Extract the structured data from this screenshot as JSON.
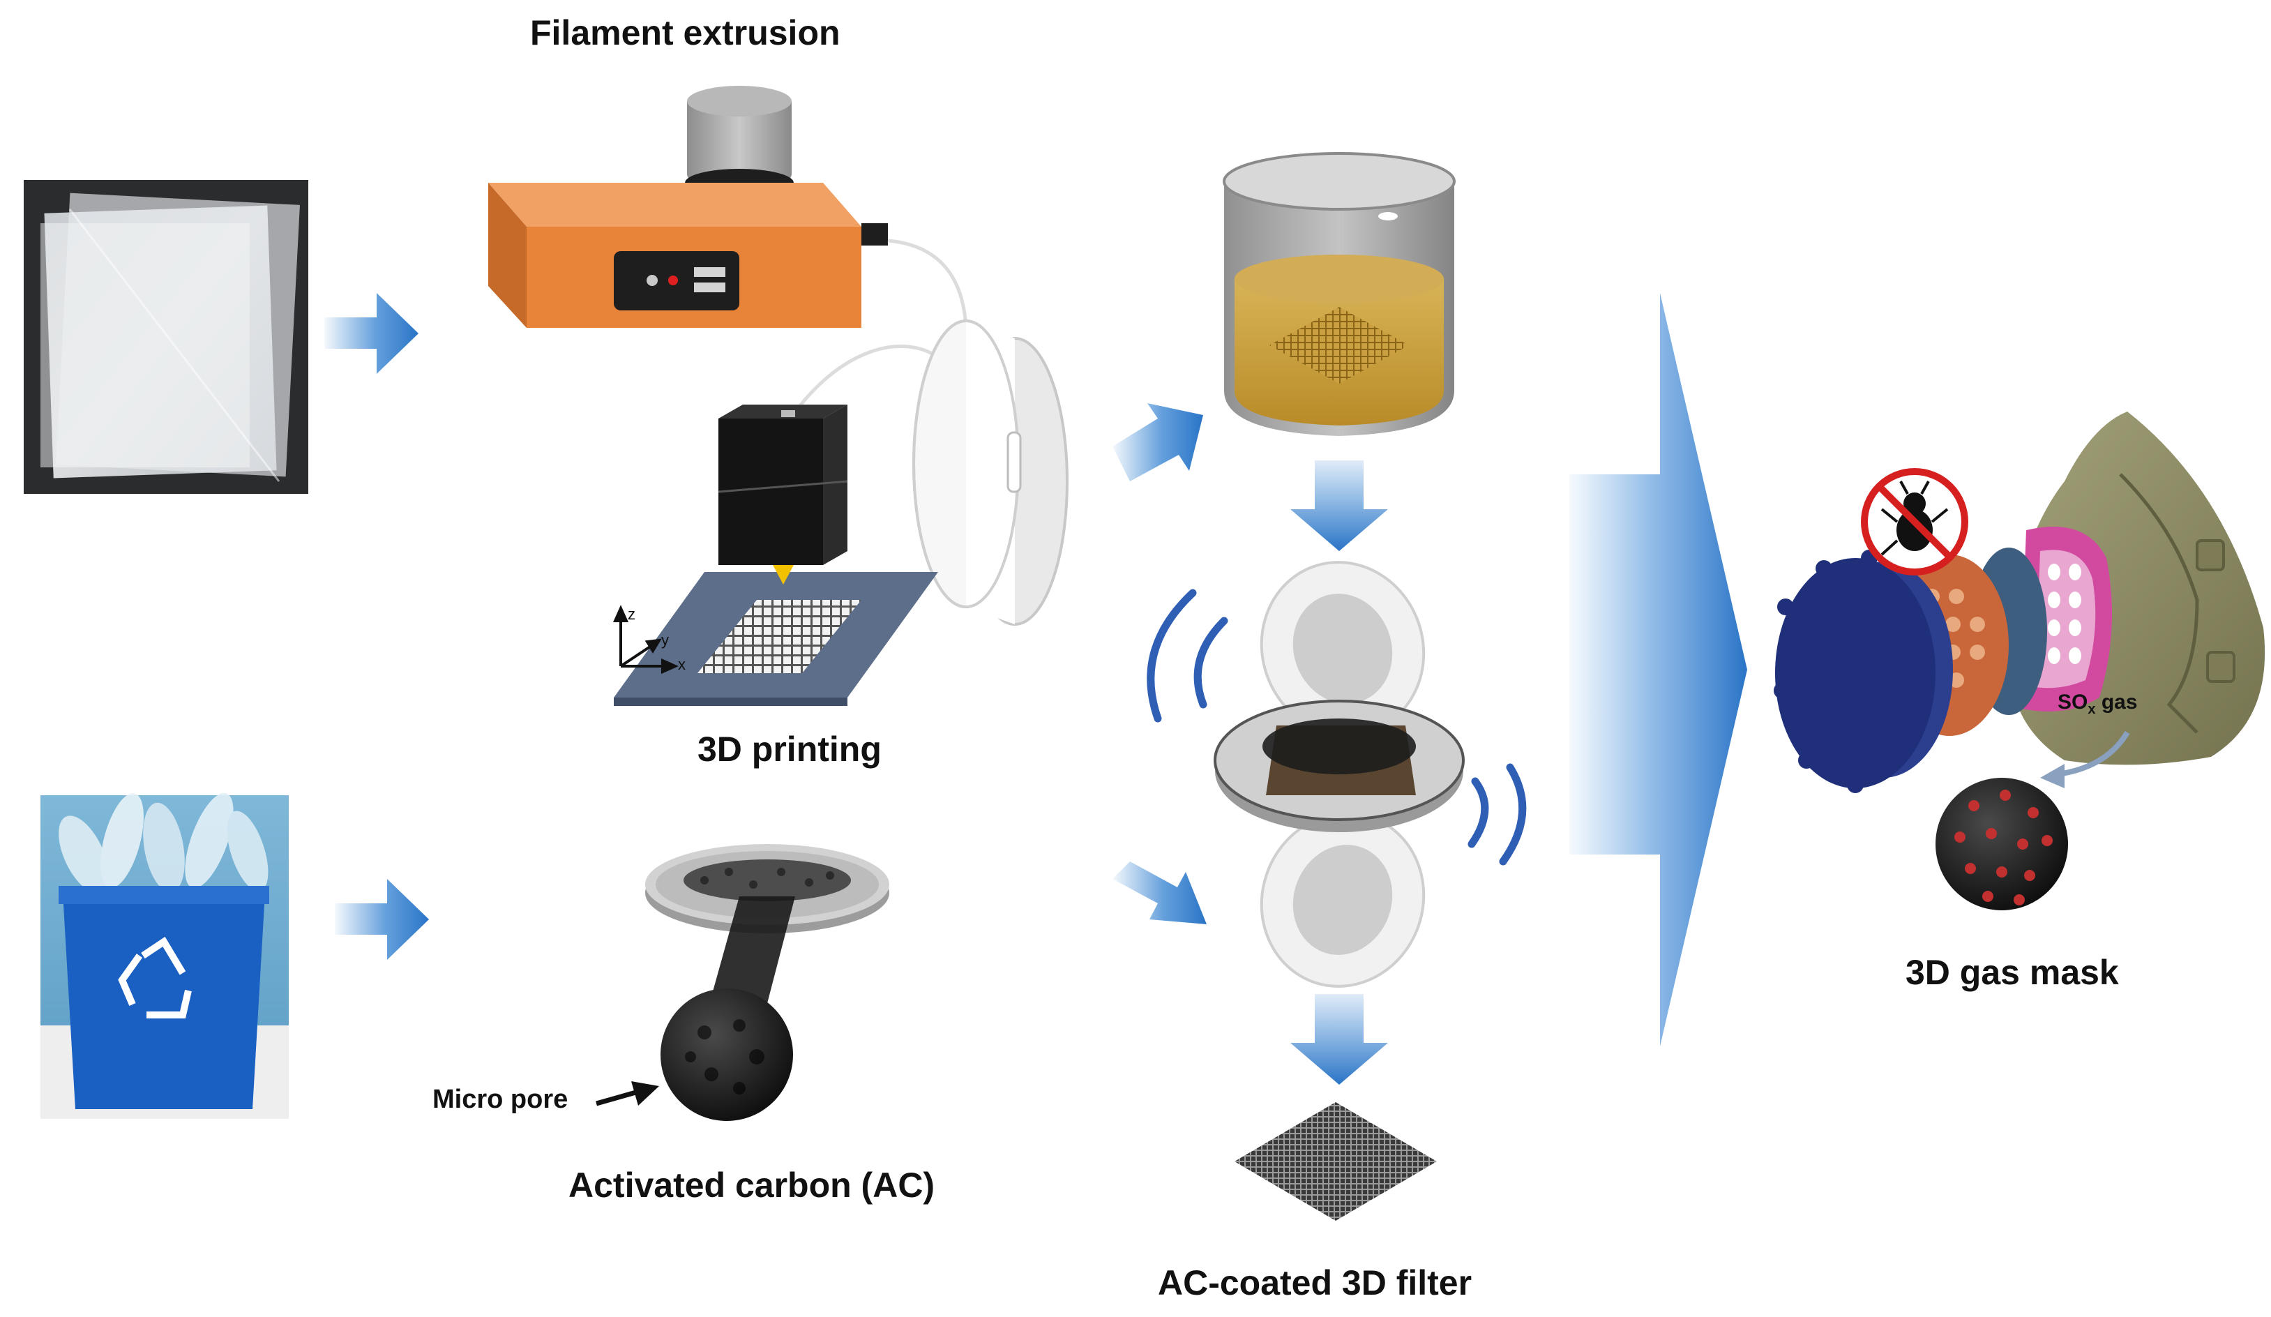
{
  "labels": {
    "filament_extrusion": "Filament extrusion",
    "printing_3d": "3D printing",
    "activated_carbon": "Activated carbon (AC)",
    "micro_pore": "Micro pore",
    "ac_coated_filter": "AC-coated 3D filter",
    "gas_mask": "3D gas mask",
    "sox_gas_prefix": "SO",
    "sox_gas_sub": "x",
    "sox_gas_suffix": " gas",
    "axis_z": "z",
    "axis_y": "y",
    "axis_x": "x"
  },
  "colors": {
    "arrow_blue": "#2f7fd0",
    "extruder_orange": "#e8833a",
    "mask_olive": "#8c8b63",
    "mask_pink": "#d24aa0",
    "filter_navy": "#1f2f7a",
    "filter_orange": "#c9673a",
    "prohibit_red": "#d62020",
    "bin_blue": "#1a5fc2",
    "solution_amber": "#c79a30"
  },
  "icons": {
    "no_bacteria": "no-bacteria-icon",
    "recycle": "recycle-icon"
  }
}
